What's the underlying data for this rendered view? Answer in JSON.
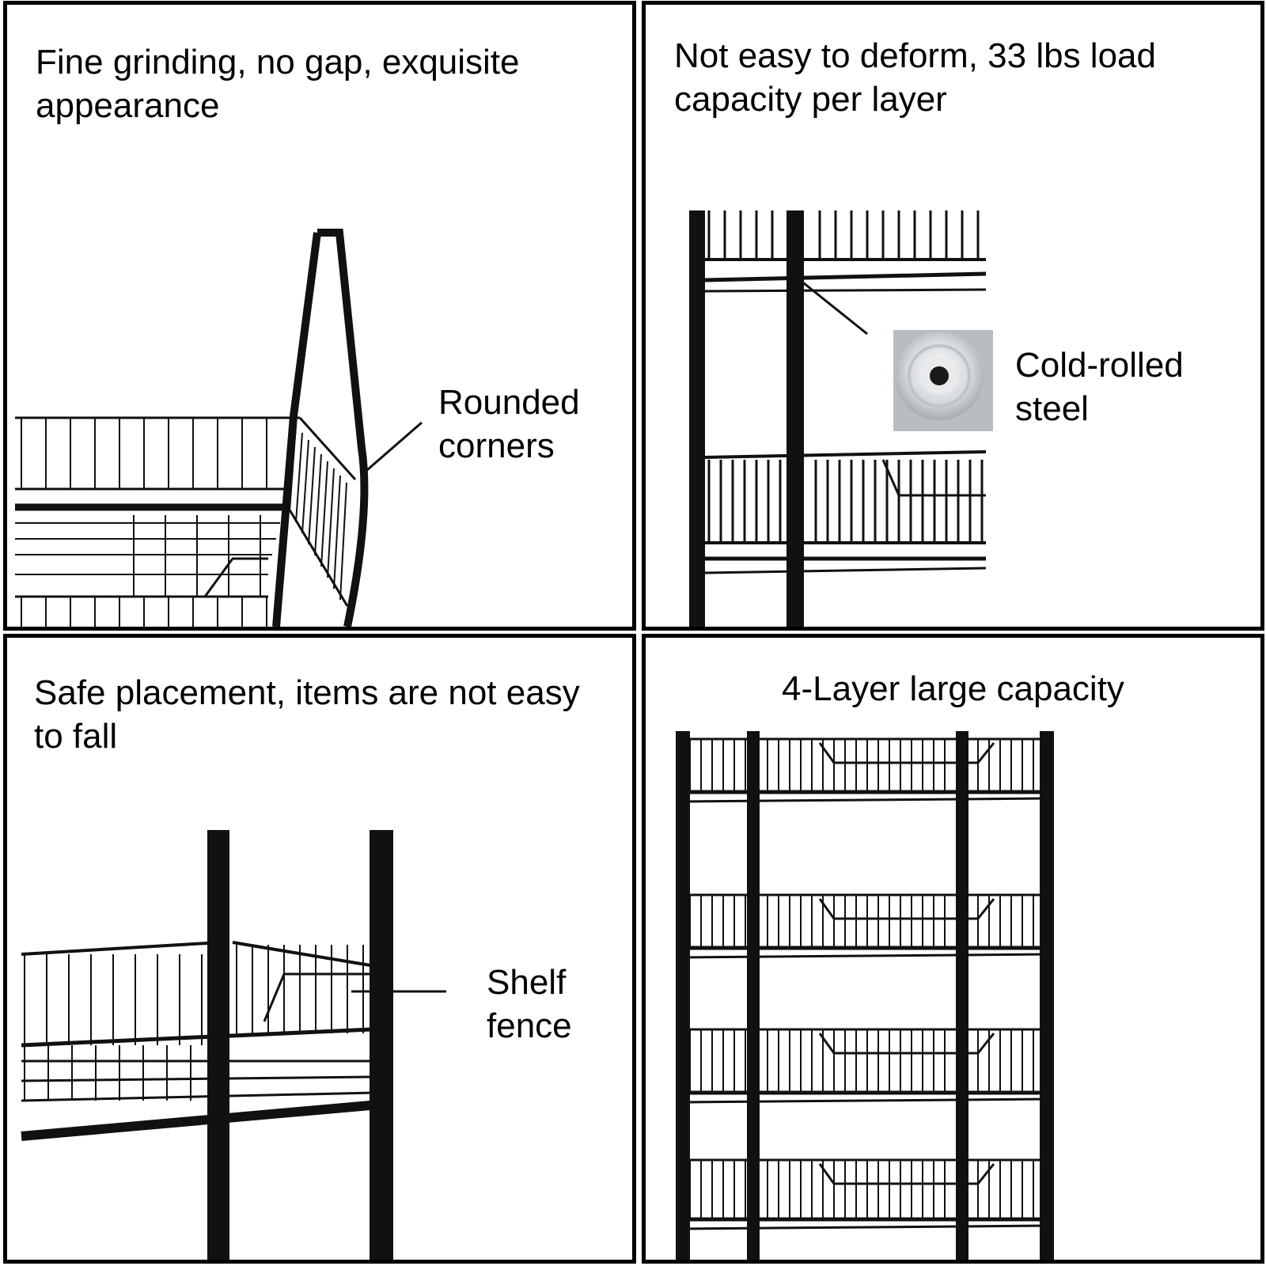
{
  "panels": [
    {
      "caption": "Fine grinding, no gap, exquisite appearance",
      "callout": [
        "Rounded",
        "corners"
      ],
      "illustration": "basket-corner-closeup"
    },
    {
      "caption": "Not easy to deform, 33 lbs load capacity per layer",
      "callout": [
        "Cold-rolled",
        "steel"
      ],
      "illustration": "shelf-frame-with-steel-coil"
    },
    {
      "caption": "Safe placement, items are not easy to fall",
      "callout": [
        "Shelf",
        "fence"
      ],
      "illustration": "shelf-fence-closeup"
    },
    {
      "caption": "4-Layer large capacity",
      "illustration": "four-tier-rack"
    }
  ],
  "colors": {
    "frame": "#000000",
    "wire": "#111111",
    "background": "#ffffff",
    "steel": "#c8ccd0"
  }
}
